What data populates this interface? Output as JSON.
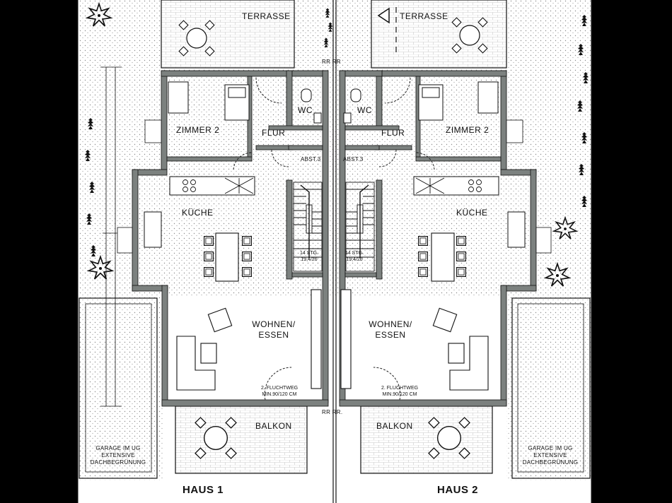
{
  "labels": {
    "house1": "HAUS 1",
    "house2": "HAUS 2",
    "terrace_left": "TERRASSE",
    "terrace_right": "TERRASSE",
    "wc_left": "WC",
    "wc_right": "WC",
    "flur_left": "FLUR",
    "flur_right": "FLUR",
    "zimmer_left": "ZIMMER 2",
    "zimmer_right": "ZIMMER 2",
    "abst_left": "ABST.3",
    "abst_right": "ABST.3",
    "kueche_left": "KÜCHE",
    "kueche_right": "KÜCHE",
    "wohnen_left_1": "WOHNEN/",
    "wohnen_left_2": "ESSEN",
    "wohnen_right_1": "WOHNEN/",
    "wohnen_right_2": "ESSEN",
    "stairs_left_1": "14 STG.",
    "stairs_left_2": "19,4/26",
    "stairs_right_1": "14 STG.",
    "stairs_right_2": "19,4/26",
    "flucht_left_1": "2. FLUCHTWEG",
    "flucht_left_2": "MIN.90/120 CM",
    "flucht_right_1": "2. FLUCHTWEG",
    "flucht_right_2": "MIN.90/120 CM",
    "balkon_left": "BALKON",
    "balkon_right": "BALKON",
    "garage_left_1": "GARAGE IM UG",
    "garage_left_2": "EXTENSIVE",
    "garage_left_3": "DACHBEGRÜNUNG",
    "garage_right_1": "GARAGE IM UG",
    "garage_right_2": "EXTENSIVE",
    "garage_right_3": "DACHBEGRÜNUNG",
    "rr_top": "RR RR",
    "rr_bottom": "RR RR."
  },
  "colors": {
    "wall": "#7c817f",
    "paper": "#ffffff",
    "background": "#000000",
    "line": "#111111",
    "garden_dot": "#9a9a9a"
  }
}
